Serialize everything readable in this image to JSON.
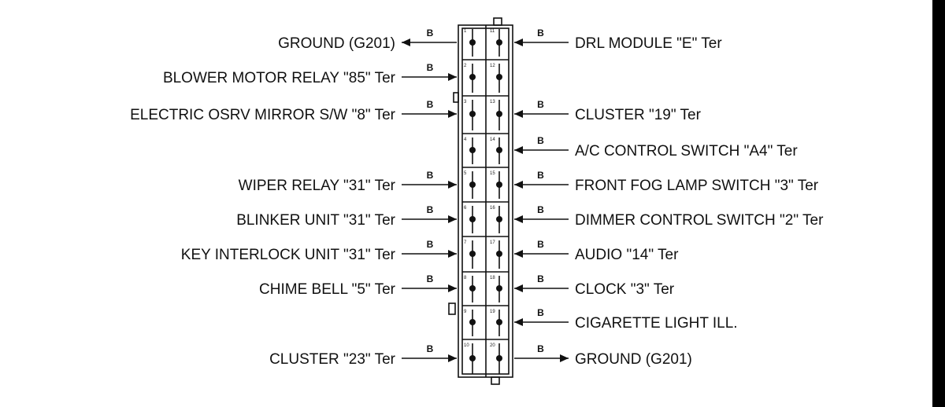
{
  "connector": {
    "pins_left": [
      "1",
      "2",
      "3",
      "4",
      "5",
      "6",
      "7",
      "8",
      "9",
      "10"
    ],
    "pins_right": [
      "11",
      "12",
      "13",
      "14",
      "15",
      "16",
      "17",
      "18",
      "19",
      "20"
    ]
  },
  "left_circuits": [
    {
      "label": "GROUND (G201)",
      "wire": "B",
      "pin_row": 0,
      "direction": "out"
    },
    {
      "label": "BLOWER MOTOR RELAY \"85\" Ter",
      "wire": "B",
      "pin_row": 1,
      "direction": "in"
    },
    {
      "label": "ELECTRIC OSRV MIRROR S/W \"8\" Ter",
      "wire": "B",
      "pin_row": 2,
      "direction": "in"
    },
    {
      "label": "WIPER RELAY \"31\" Ter",
      "wire": "B",
      "pin_row": 4,
      "direction": "in"
    },
    {
      "label": "BLINKER UNIT \"31\" Ter",
      "wire": "B",
      "pin_row": 5,
      "direction": "in"
    },
    {
      "label": "KEY INTERLOCK UNIT \"31\" Ter",
      "wire": "B",
      "pin_row": 6,
      "direction": "in"
    },
    {
      "label": "CHIME BELL \"5\" Ter",
      "wire": "B",
      "pin_row": 7,
      "direction": "in"
    },
    {
      "label": "CLUSTER \"23\" Ter",
      "wire": "B",
      "pin_row": 9,
      "direction": "in"
    }
  ],
  "right_circuits": [
    {
      "label": "DRL MODULE \"E\" Ter",
      "wire": "B",
      "pin_row": 0,
      "direction": "in"
    },
    {
      "label": "CLUSTER \"19\" Ter",
      "wire": "B",
      "pin_row": 2,
      "direction": "in"
    },
    {
      "label": "A/C CONTROL SWITCH \"A4\" Ter",
      "wire": "B",
      "pin_row": 3,
      "direction": "in"
    },
    {
      "label": "FRONT FOG LAMP SWITCH \"3\" Ter",
      "wire": "B",
      "pin_row": 4,
      "direction": "in"
    },
    {
      "label": "DIMMER CONTROL SWITCH \"2\" Ter",
      "wire": "B",
      "pin_row": 5,
      "direction": "in"
    },
    {
      "label": "AUDIO \"14\" Ter",
      "wire": "B",
      "pin_row": 6,
      "direction": "in"
    },
    {
      "label": "CLOCK \"3\" Ter",
      "wire": "B",
      "pin_row": 7,
      "direction": "in"
    },
    {
      "label": "CIGARETTE LIGHT ILL.",
      "wire": "B",
      "pin_row": 8,
      "direction": "in"
    },
    {
      "label": "GROUND (G201)",
      "wire": "B",
      "pin_row": 9,
      "direction": "out"
    }
  ]
}
